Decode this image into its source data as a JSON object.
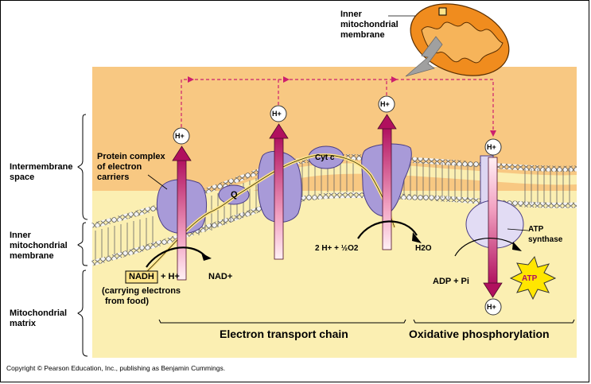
{
  "labels": {
    "inner_mito_membrane_top": [
      "Inner",
      "mitochondrial",
      "membrane"
    ],
    "intermembrane_space": [
      "Intermembrane",
      "space"
    ],
    "inner_mito_membrane_left": [
      "Inner",
      "mitochondrial",
      "membrane"
    ],
    "mitochondrial_matrix": [
      "Mitochondrial",
      "matrix"
    ],
    "protein_complex": [
      "Protein complex",
      "of electron",
      "carriers"
    ],
    "q": "Q",
    "cyt_c": "Cyt c",
    "h_plus": "H+",
    "nadh": "NADH",
    "nadh_plus": "+ H+",
    "nad_plus": "NAD+",
    "carrying": [
      "(carrying electrons",
      "from food)"
    ],
    "water_reaction": "2 H+ + ½O2",
    "h2o": "H2O",
    "atp_synthase": [
      "ATP",
      "synthase"
    ],
    "adp": "ADP + Pi",
    "atp": "ATP",
    "etc": "Electron transport chain",
    "oxphos": "Oxidative phosphorylation",
    "copyright": "Copyright © Pearson Education, Inc., publishing as Benjamin Cummings."
  },
  "colors": {
    "intermembrane": "#f8c882",
    "matrix": "#fbefb2",
    "protein": "#a89ad8",
    "arrow": "#cc1e6e",
    "mitochondrion": "#f08c1e"
  }
}
